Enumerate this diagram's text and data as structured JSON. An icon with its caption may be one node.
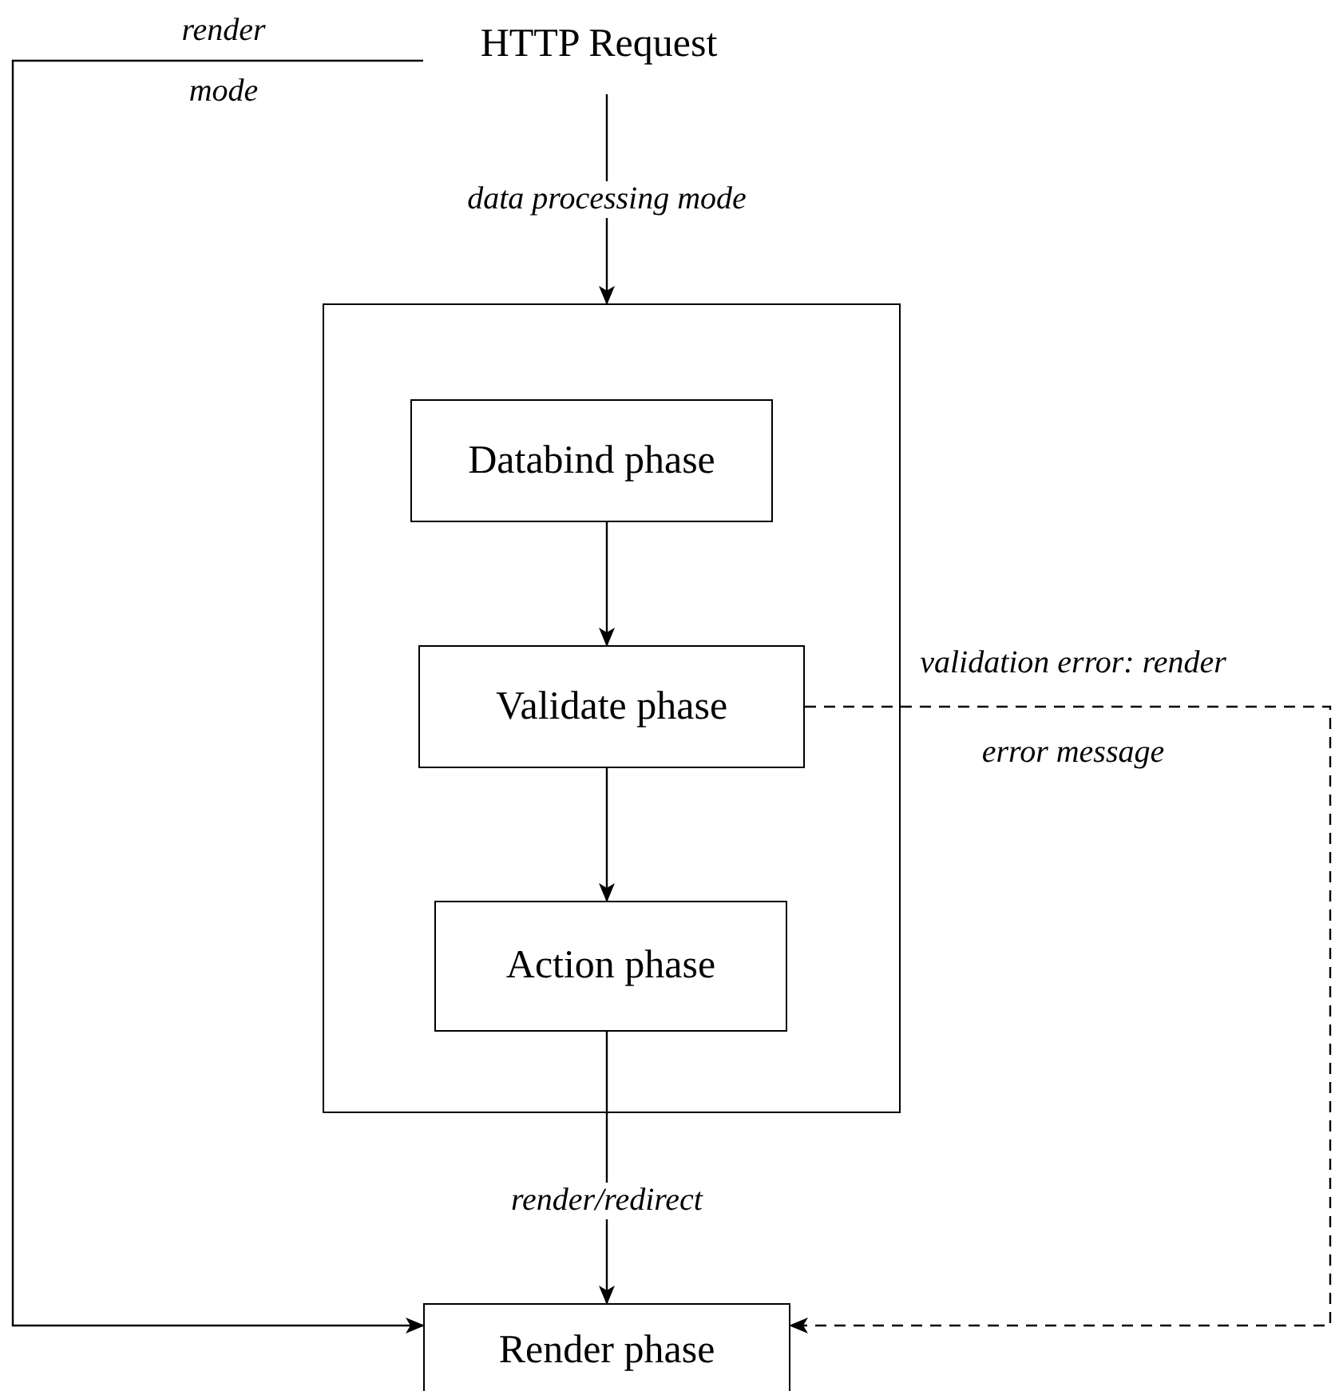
{
  "diagram": {
    "nodes": [
      {
        "text": [
          "HTTP Request"
        ]
      },
      {
        "text": [],
        "shape": "box"
      },
      {
        "text": [
          "Databind phase"
        ],
        "in": 1
      },
      {
        "text": [
          "Validate phase"
        ],
        "in": 1
      },
      {
        "text": [
          "Action phase"
        ],
        "in": 1
      },
      {
        "text": [
          "Render phase"
        ]
      }
    ],
    "edges": [
      {
        "from": 0,
        "to": 1,
        "arrow": "to",
        "label": "data processing mode"
      },
      {
        "from": 2,
        "to": 3,
        "arrow": "to"
      },
      {
        "from": 3,
        "to": 4,
        "arrow": "to"
      },
      {
        "from": 4,
        "to": 5,
        "arrow": "to",
        "label": "render/redirect"
      },
      {
        "from": 0,
        "to": 5,
        "arrow": "to",
        "label": "render mode"
      },
      {
        "from": 3,
        "to": 5,
        "arrow": "to",
        "label": "validation error: render error message",
        "style": "dashed"
      }
    ]
  }
}
